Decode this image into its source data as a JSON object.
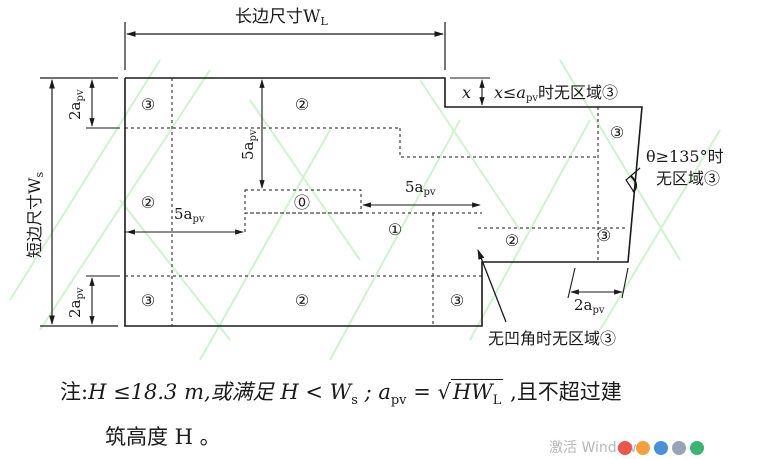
{
  "diagram": {
    "top_dimension": "长边尺寸W",
    "top_dimension_sub": "L",
    "left_dimension": "短边尺寸W",
    "left_dimension_sub": "s",
    "dim_2a": "2a",
    "dim_5a": "5a",
    "sub_pv": "pv",
    "x_var": "x",
    "x_condition": "x≤a",
    "x_condition_tail": "时无区域③",
    "angle_condition_line1": "θ≥135°时",
    "angle_condition_line2": "无区域③",
    "no_concave_note": "无凹角时无区域③",
    "zones": {
      "z0": "⓪",
      "z1": "①",
      "z2": "②",
      "z3": "③"
    }
  },
  "note": {
    "prefix": "注:",
    "line1_a": "H ≤18.3 m,或满足 H < W",
    "line1_sub_s": "s",
    "line1_b": " ; a",
    "line1_sub_pv": "pv",
    "line1_c": " = ",
    "sqrt_text": "HW",
    "sqrt_sub": "L",
    "line1_d": " ,且不超过建",
    "line2": "筑高度 H 。"
  },
  "watermark": "激活 Windows",
  "colors": {
    "ink": "#1a1a1a",
    "watermark_green": "#9fe39f"
  }
}
